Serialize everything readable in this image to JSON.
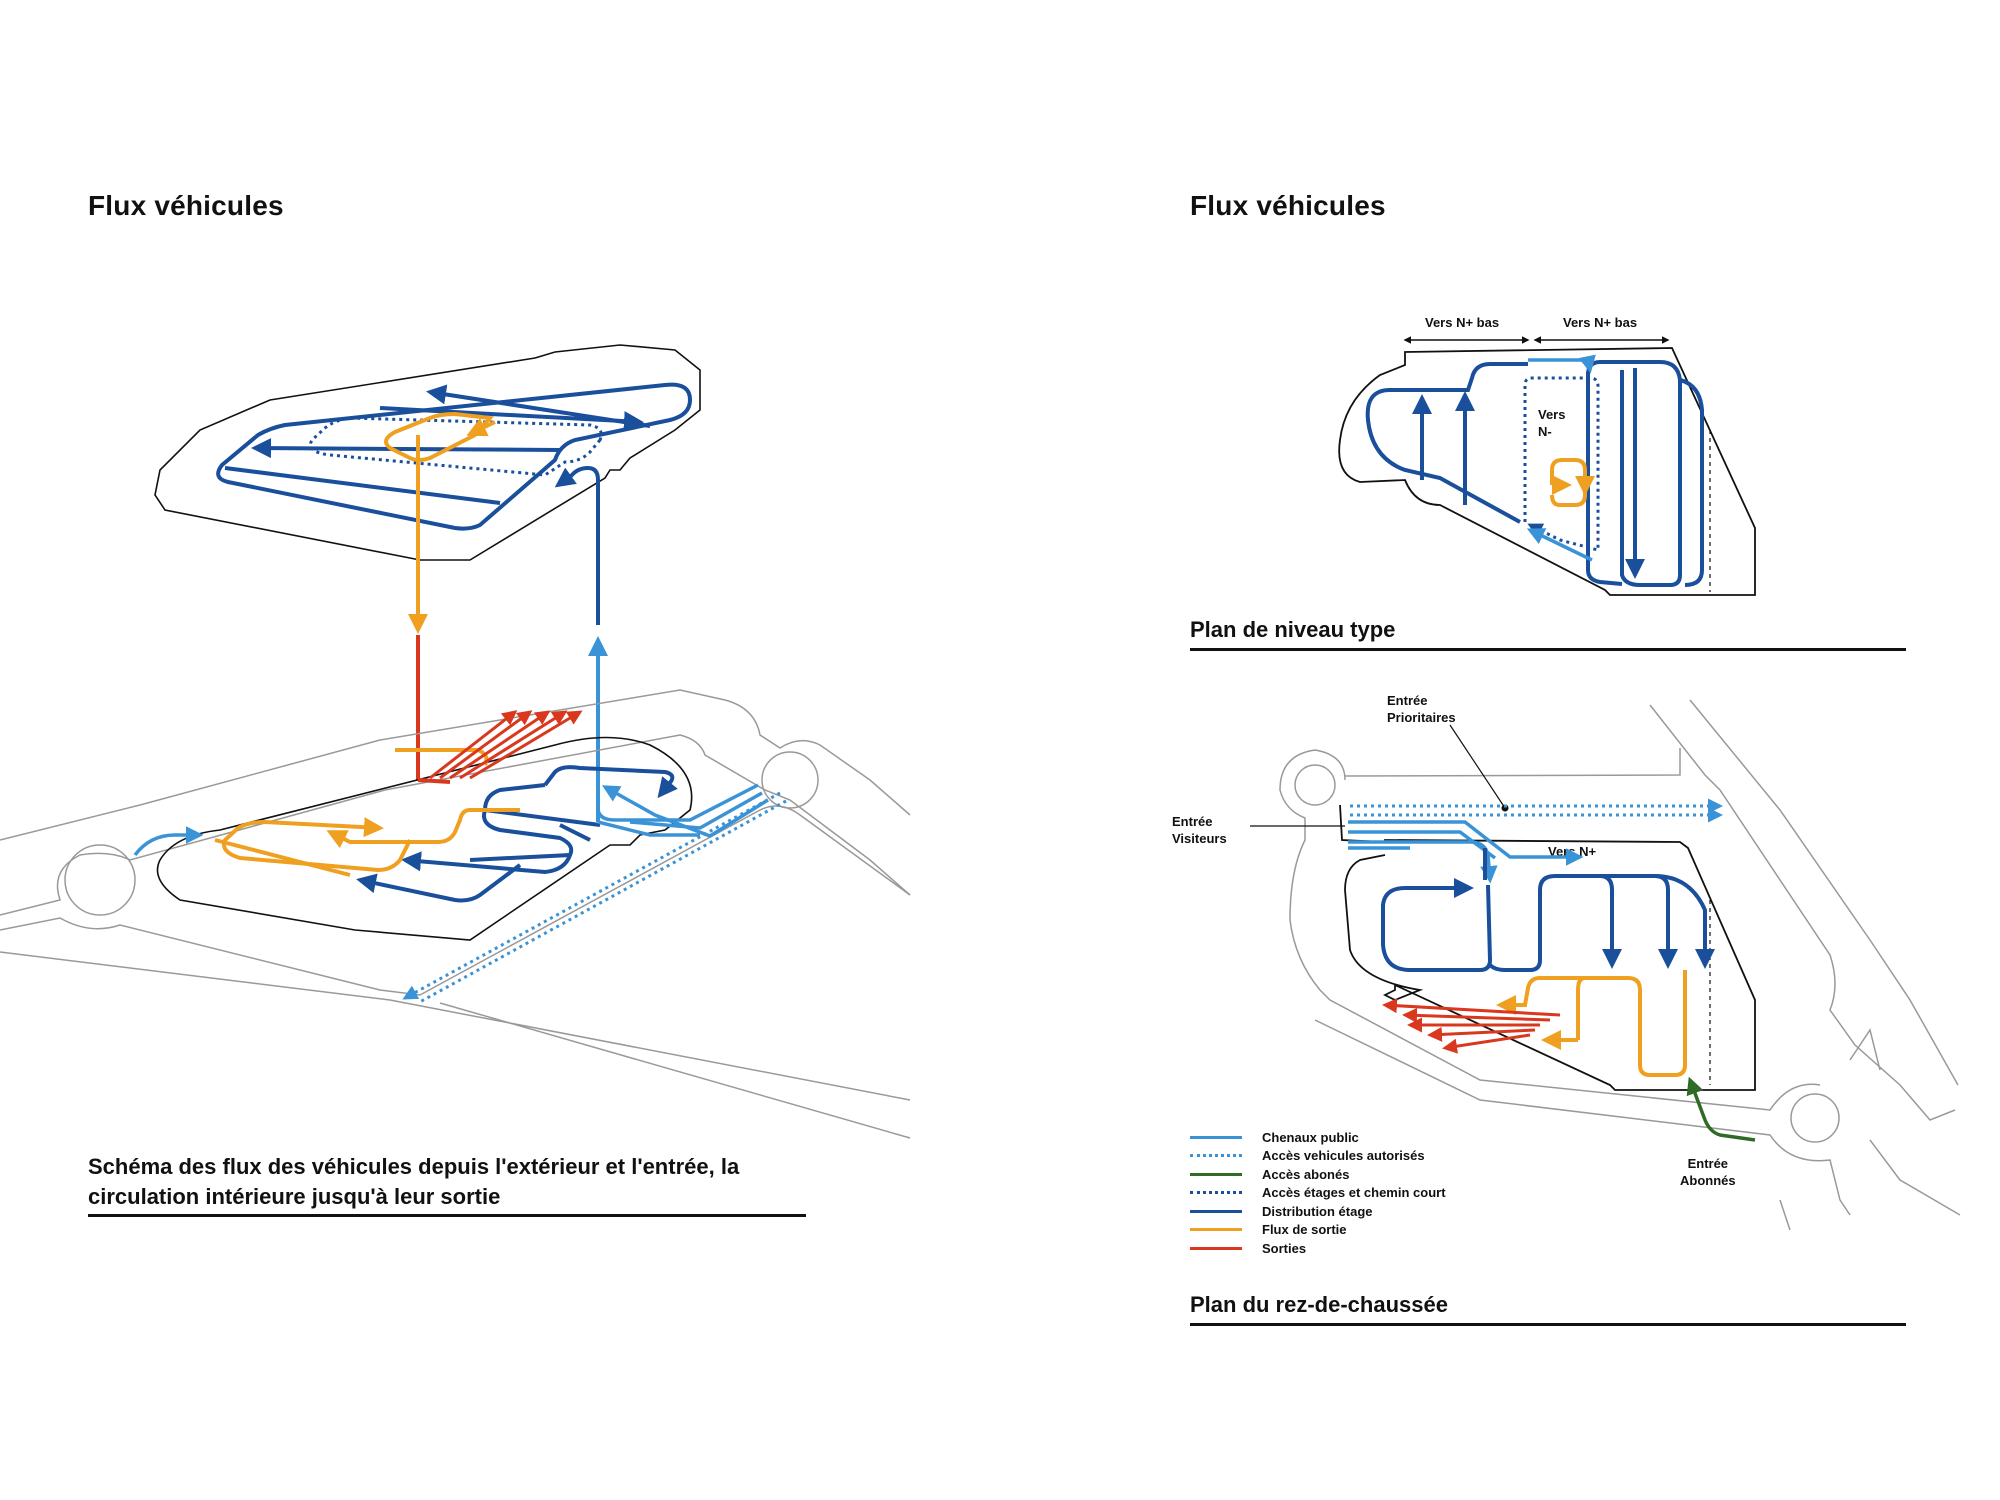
{
  "left_panel": {
    "title": "Flux véhicules",
    "caption_line1": "Schéma des flux des véhicules depuis l'extérieur et l'entrée, la",
    "caption_line2": "circulation intérieure jusqu'à leur sortie"
  },
  "right_panel": {
    "title": "Flux véhicules",
    "level_plan": {
      "label_top_left": "Vers N+ bas",
      "label_top_right": "Vers N+ bas",
      "label_center_line1": "Vers",
      "label_center_line2": "N-",
      "subtitle": "Plan de niveau type"
    },
    "ground_plan": {
      "label_entree_prioritaires_line1": "Entrée",
      "label_entree_prioritaires_line2": "Prioritaires",
      "label_entree_visiteurs_line1": "Entrée",
      "label_entree_visiteurs_line2": "Visiteurs",
      "label_vers_n": "Vers N+",
      "label_entree_abonnes_line1": "Entrée",
      "label_entree_abonnes_line2": "Abonnés",
      "subtitle": "Plan du rez-de-chaussée"
    },
    "legend": [
      {
        "label": "Chenaux public",
        "color": "#3a93d6",
        "style": "solid"
      },
      {
        "label": "Accès vehicules autorisés",
        "color": "#3a93d6",
        "style": "dotted"
      },
      {
        "label": "Accès abonés",
        "color": "#2f6b24",
        "style": "solid"
      },
      {
        "label": "Accès étages et chemin court",
        "color": "#1a4f9c",
        "style": "dotted"
      },
      {
        "label": "Distribution étage",
        "color": "#1a4f9c",
        "style": "solid"
      },
      {
        "label": "Flux de sortie",
        "color": "#f0a020",
        "style": "solid"
      },
      {
        "label": "Sorties",
        "color": "#d9381e",
        "style": "solid"
      }
    ]
  },
  "colors": {
    "light_blue": "#3a93d6",
    "dark_blue": "#1a4f9c",
    "orange": "#f0a020",
    "red": "#d9381e",
    "green": "#2f6b24"
  }
}
